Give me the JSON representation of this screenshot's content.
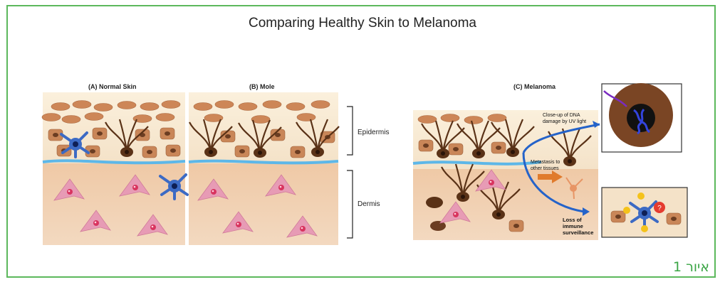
{
  "figure": {
    "title": "Comparing Healthy Skin to Melanoma",
    "caption": "איור 1",
    "panels": {
      "normal": "(A) Normal Skin",
      "mole": "(B) Mole",
      "melanoma": "(C) Melanoma"
    },
    "layers": {
      "epidermis": "Epidermis",
      "dermis": "Dermis"
    },
    "annotations": {
      "dna_line1": "Close-up of DNA",
      "dna_line2": "damage by UV light",
      "metastasis_line1": "Metastasis to",
      "metastasis_line2": "other tissues",
      "loss_line1": "Loss of",
      "loss_line2": "immune",
      "loss_line3": "surveillance"
    },
    "colors": {
      "frame": "#5cb85c",
      "caption": "#3aa545",
      "arrow_blue": "#2563c9",
      "arrow_orange": "#e07b2c"
    }
  }
}
